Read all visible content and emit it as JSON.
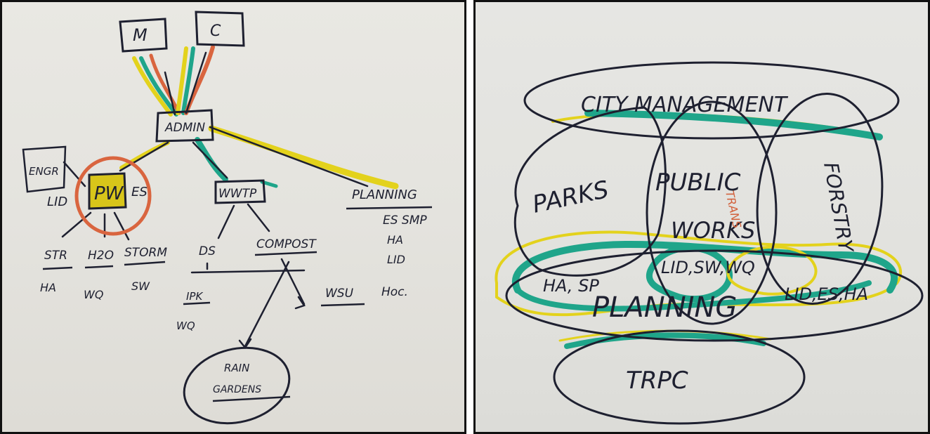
{
  "left_board": {
    "nodes": {
      "m": "M",
      "c": "C",
      "admin": "ADMIN",
      "eng": "ENGR",
      "pw": "PW",
      "lid": "LID",
      "es": "ES",
      "str": "STR",
      "h2o": "H2O",
      "storm": "STORM",
      "ha": "HA",
      "wq": "WQ",
      "sw": "SW",
      "wwtp": "WWTP",
      "ds": "DS",
      "compost": "COMPOST",
      "ipk": "IPK",
      "wq2": "WQ",
      "wsu": "WSU",
      "hoc": "Hoc.",
      "planning": "PLANNING",
      "es_smp": "ES SMP",
      "ha2": "HA",
      "lid2": "LID",
      "rain": "RAIN",
      "gardens": "GARDENS"
    }
  },
  "right_board": {
    "labels": {
      "city_management": "CITY MANAGEMENT",
      "parks": "PARKS",
      "public": "PUBLIC",
      "works": "WORKS",
      "trans": "TRANS",
      "forestry": "FORSTRY",
      "ha_sp": "HA, SP",
      "lid_sw_wq": "LID,SW,WQ",
      "lid_es_ha": "LID,ES,HA",
      "planning": "PLANNING",
      "trpc": "TRPC"
    }
  },
  "colors": {
    "ink": "#1e2030",
    "yellow": "#e3d21c",
    "green": "#1fa58a",
    "red": "#d9653f",
    "pw_fill": "#d8c51a"
  }
}
